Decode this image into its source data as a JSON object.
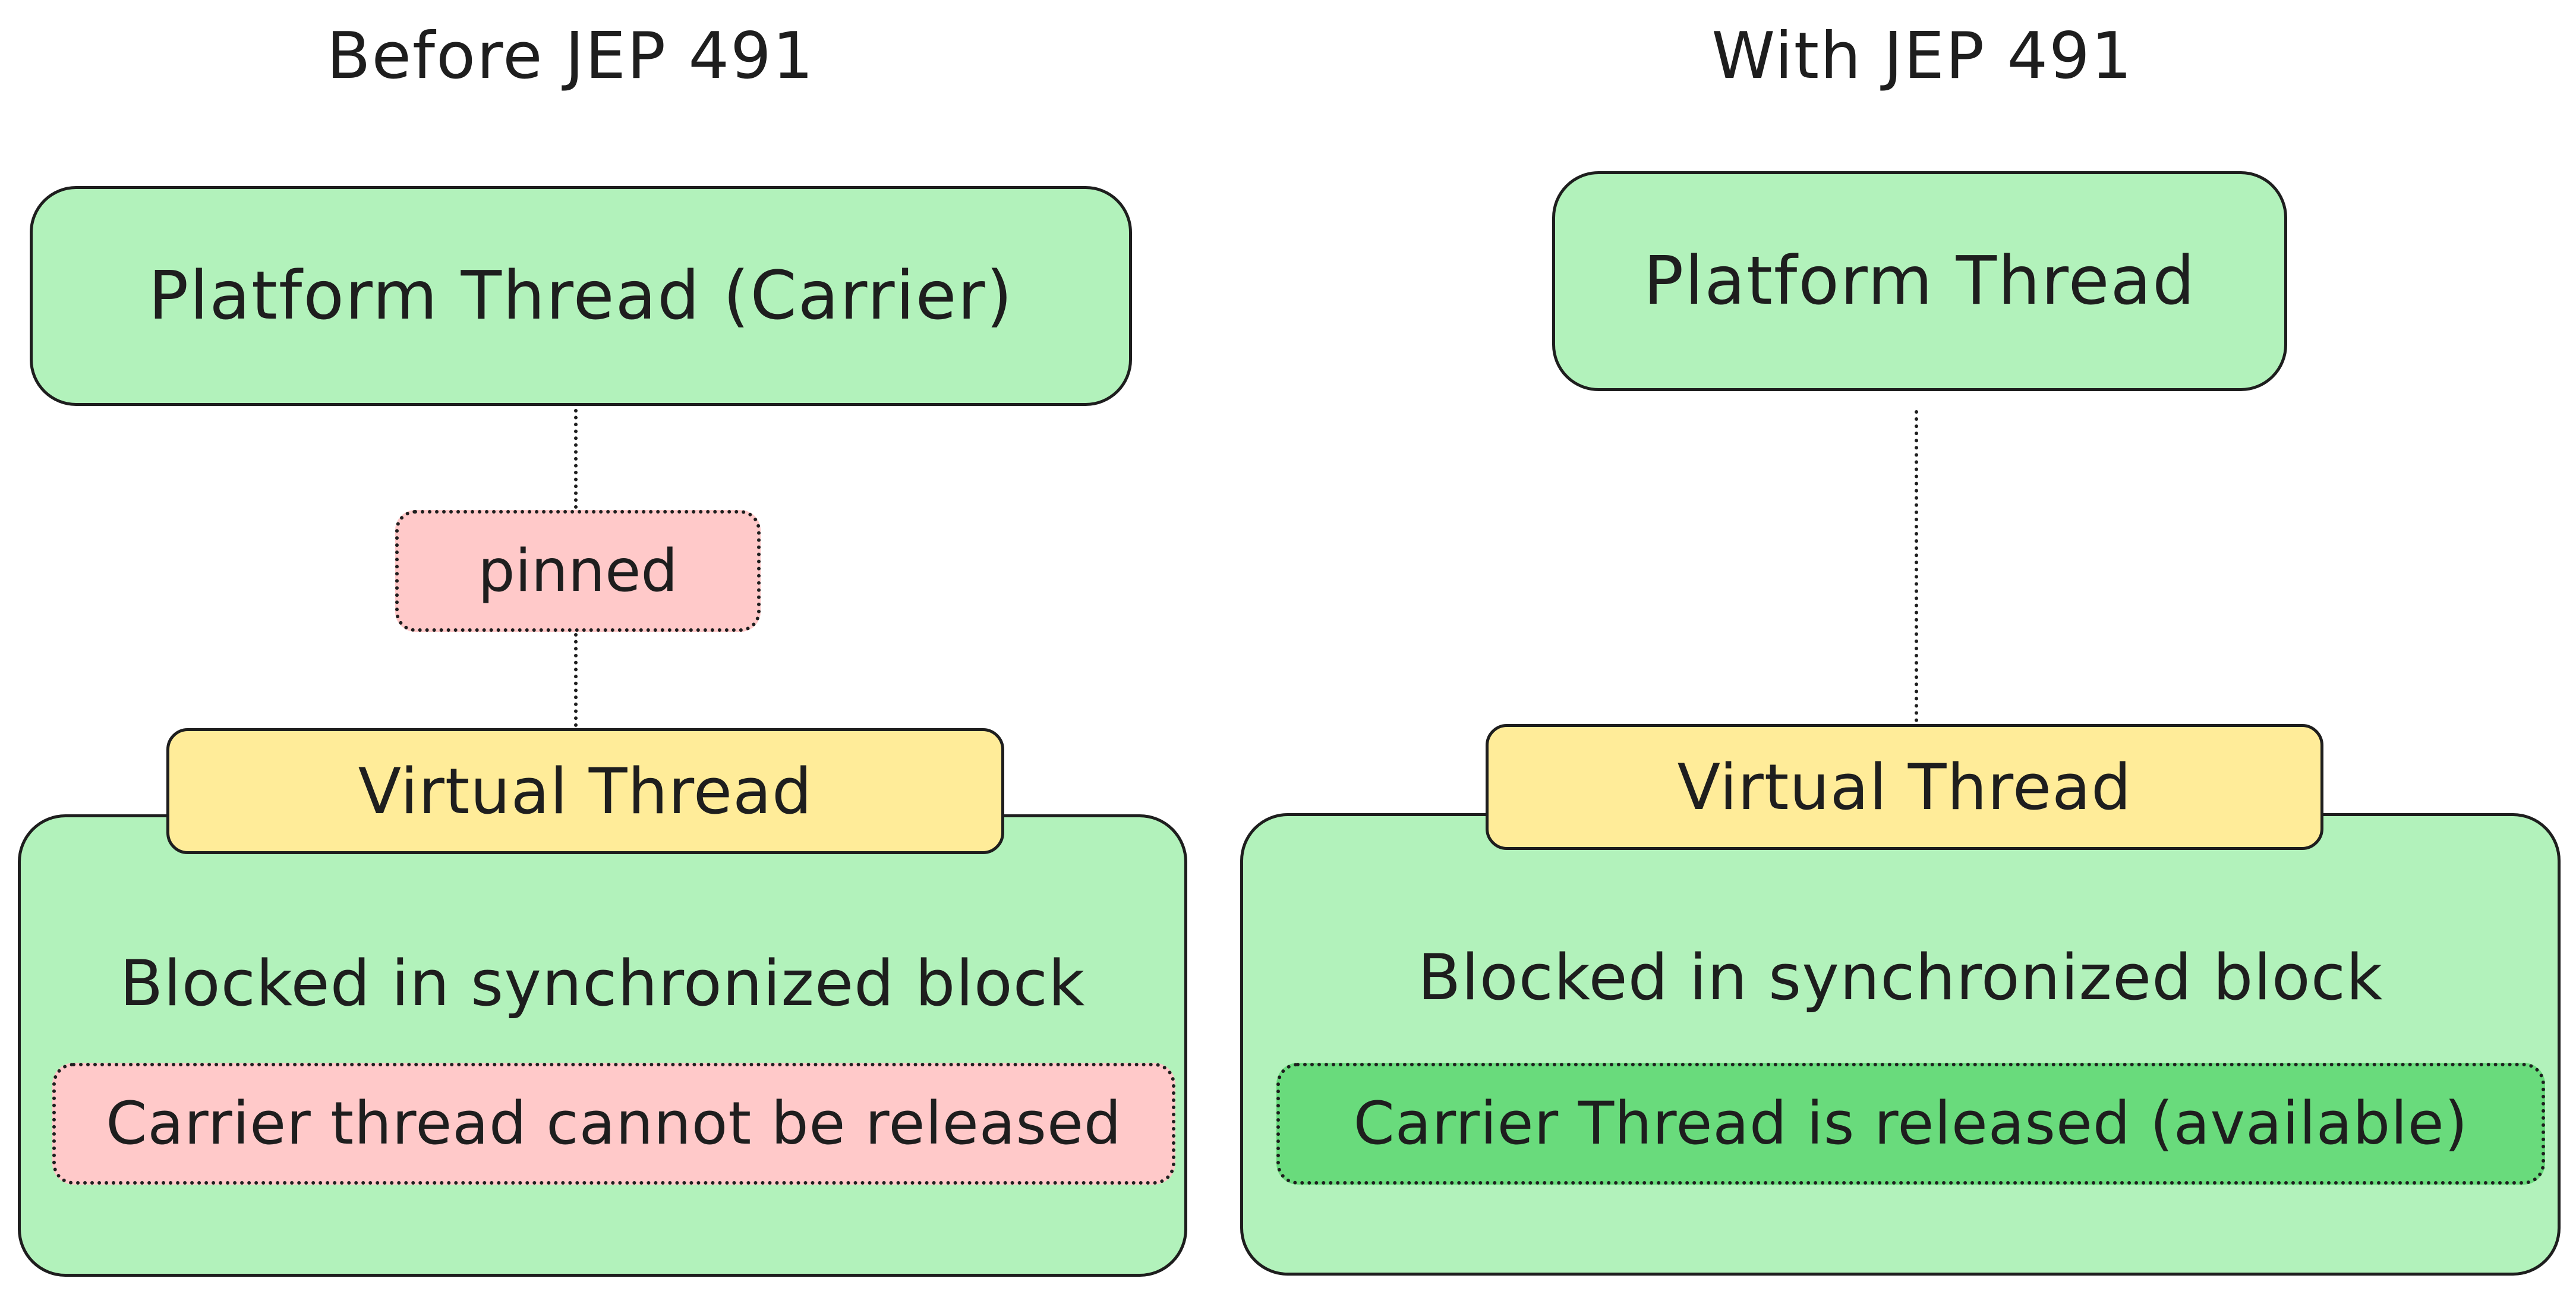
{
  "left": {
    "title": "Before JEP 491",
    "platform_thread": "Platform Thread (Carrier)",
    "pinned": "pinned",
    "virtual_thread": "Virtual Thread",
    "blocked_text": "Blocked in synchronized block",
    "status_text": "Carrier thread cannot be released"
  },
  "right": {
    "title": "With JEP 491",
    "platform_thread": "Platform Thread",
    "virtual_thread": "Virtual Thread",
    "blocked_text": "Blocked in synchronized block",
    "status_text": "Carrier Thread is released (available)"
  },
  "colors": {
    "platform_fill": "#b2f2bb",
    "virtual_fill": "#ffec99",
    "pinned_fill": "#ffc9c9",
    "released_fill": "#69db7c",
    "stroke": "#1e1e1e"
  }
}
